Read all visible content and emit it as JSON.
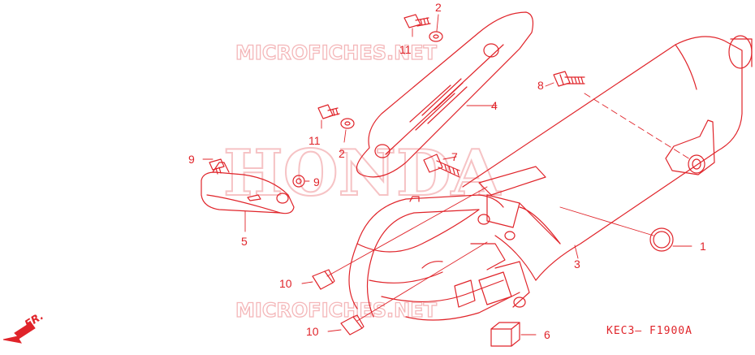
{
  "watermarks": {
    "top": "MICROFICHES.NET",
    "bottom": "MICROFICHES.NET",
    "brand": "HONDA"
  },
  "callouts": [
    {
      "id": "c1",
      "label": "1"
    },
    {
      "id": "c2a",
      "label": "2"
    },
    {
      "id": "c2b",
      "label": "2"
    },
    {
      "id": "c3",
      "label": "3"
    },
    {
      "id": "c4",
      "label": "4"
    },
    {
      "id": "c5",
      "label": "5"
    },
    {
      "id": "c6",
      "label": "6"
    },
    {
      "id": "c7",
      "label": "7"
    },
    {
      "id": "c8",
      "label": "8"
    },
    {
      "id": "c9a",
      "label": "9"
    },
    {
      "id": "c9b",
      "label": "9"
    },
    {
      "id": "c10a",
      "label": "10"
    },
    {
      "id": "c10b",
      "label": "10"
    },
    {
      "id": "c11a",
      "label": "11"
    },
    {
      "id": "c11b",
      "label": "11"
    }
  ],
  "diagram_code": "KEC3— F1900A",
  "direction_label": "FR.",
  "line_color": "#e0242a"
}
